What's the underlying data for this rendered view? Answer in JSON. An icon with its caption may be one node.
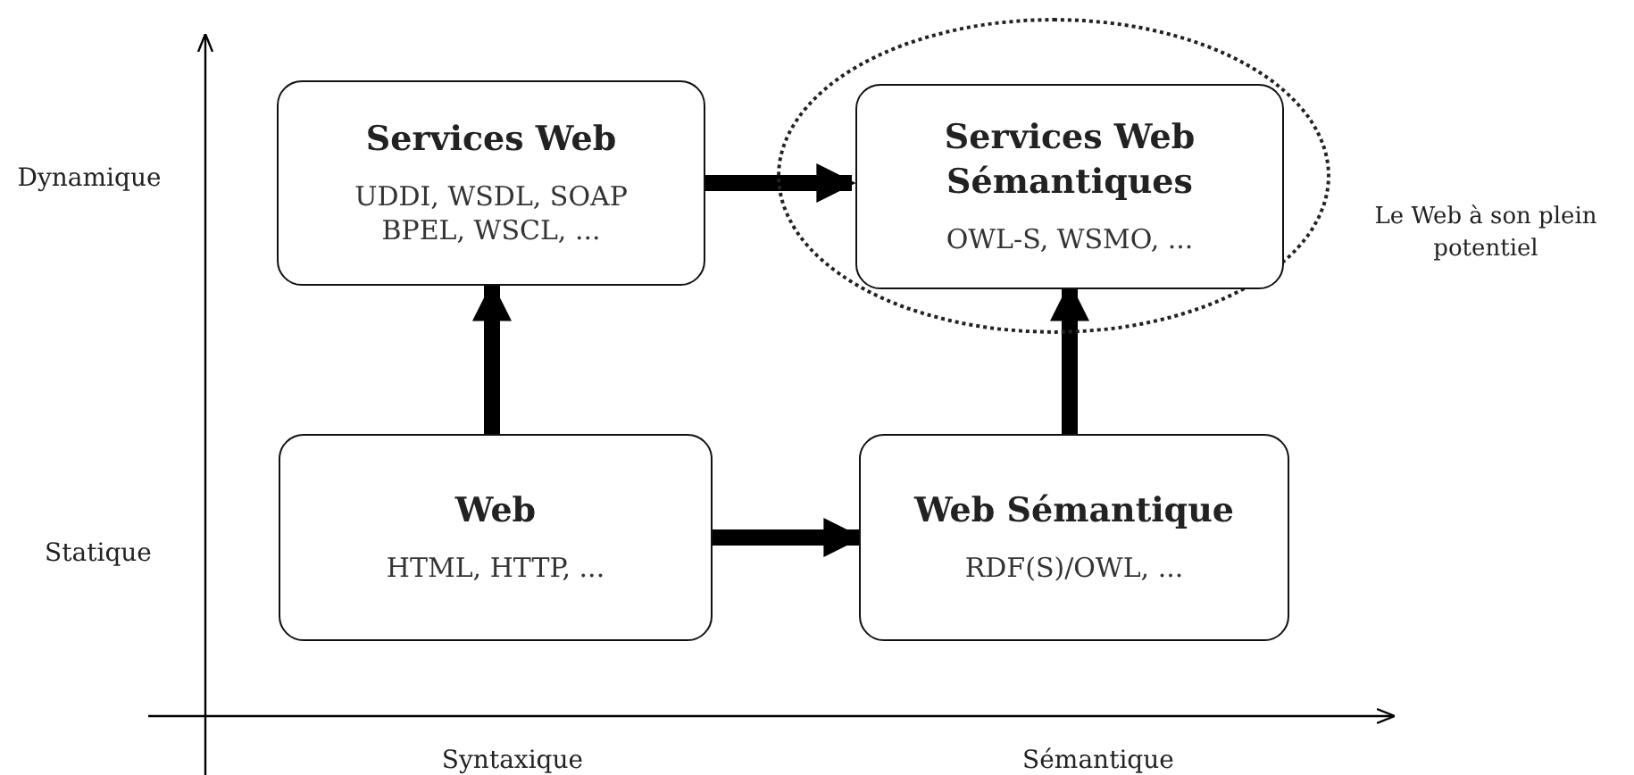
{
  "diagram": {
    "nodes": [
      {
        "text": [
          "Services Web",
          "UDDI, WSDL, SOAP BPEL, WSCL, ..."
        ]
      },
      {
        "text": [],
        "shape": "ellipse",
        "beside": [
          "Le Web à son plein potentiel"
        ]
      },
      {
        "text": [
          "Services Web Sémantiques",
          "OWL-S, WSMO, ..."
        ],
        "in": 1
      },
      {
        "text": [
          "Web",
          "HTML, HTTP, ..."
        ]
      },
      {
        "text": [
          "Web Sémantique",
          "RDF(S)/OWL, ..."
        ]
      }
    ],
    "edges": [
      {
        "from": 0,
        "to": 2,
        "arrow": "to"
      },
      {
        "from": 3,
        "to": 0,
        "arrow": "to"
      },
      {
        "from": 3,
        "to": 4,
        "arrow": "to"
      },
      {
        "from": 4,
        "to": 2,
        "arrow": "to"
      }
    ],
    "labels": [
      "Dynamique",
      "Statique",
      "Syntaxique",
      "Sémantique"
    ]
  }
}
